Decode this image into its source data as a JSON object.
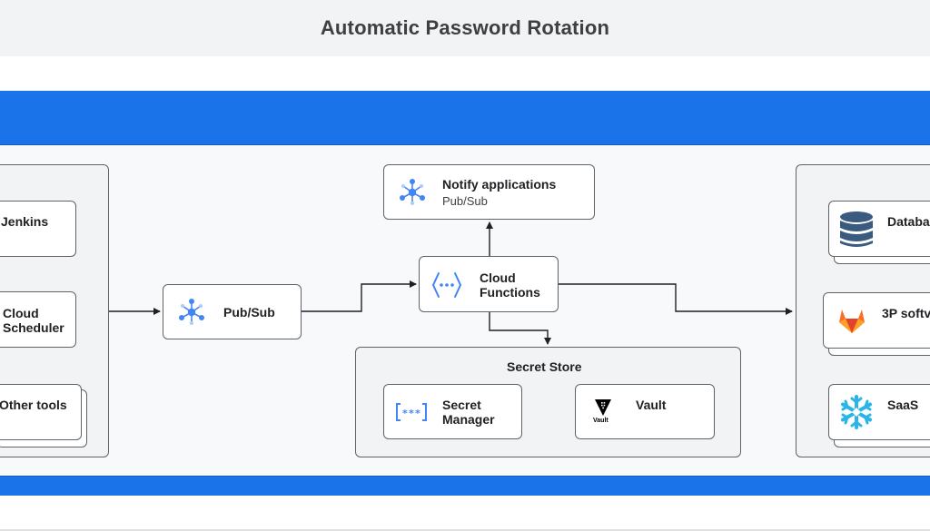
{
  "title": "Automatic Password Rotation",
  "left_group": {
    "items": [
      {
        "label": "Jenkins"
      },
      {
        "label_line1": "Cloud",
        "label_line2": "Scheduler"
      },
      {
        "label": "Other tools"
      }
    ]
  },
  "pubsub": {
    "label": "Pub/Sub",
    "icon": "pubsub-icon"
  },
  "notify": {
    "label": "Notify applications",
    "sub": "Pub/Sub",
    "icon": "pubsub-icon"
  },
  "cloud_functions": {
    "label_line1": "Cloud",
    "label_line2": "Functions",
    "icon": "cloud-functions-icon"
  },
  "secret_store": {
    "title": "Secret Store",
    "secret_manager": {
      "label_line1": "Secret",
      "label_line2": "Manager",
      "icon": "secret-manager-icon"
    },
    "vault": {
      "label": "Vault",
      "icon_text": "Vault",
      "icon": "vault-icon"
    }
  },
  "right_group": {
    "items": [
      {
        "label": "Databa",
        "icon": "database-icon"
      },
      {
        "label": "3P softv",
        "icon": "gitlab-icon"
      },
      {
        "label": "SaaS",
        "icon": "snowflake-icon"
      }
    ]
  },
  "colors": {
    "accent_blue": "#1a73e8",
    "icon_blue": "#4285f4",
    "gitlab_orange": "#fc6d26",
    "snowflake_blue": "#29b5e8",
    "database_navy": "#3b5a80"
  }
}
